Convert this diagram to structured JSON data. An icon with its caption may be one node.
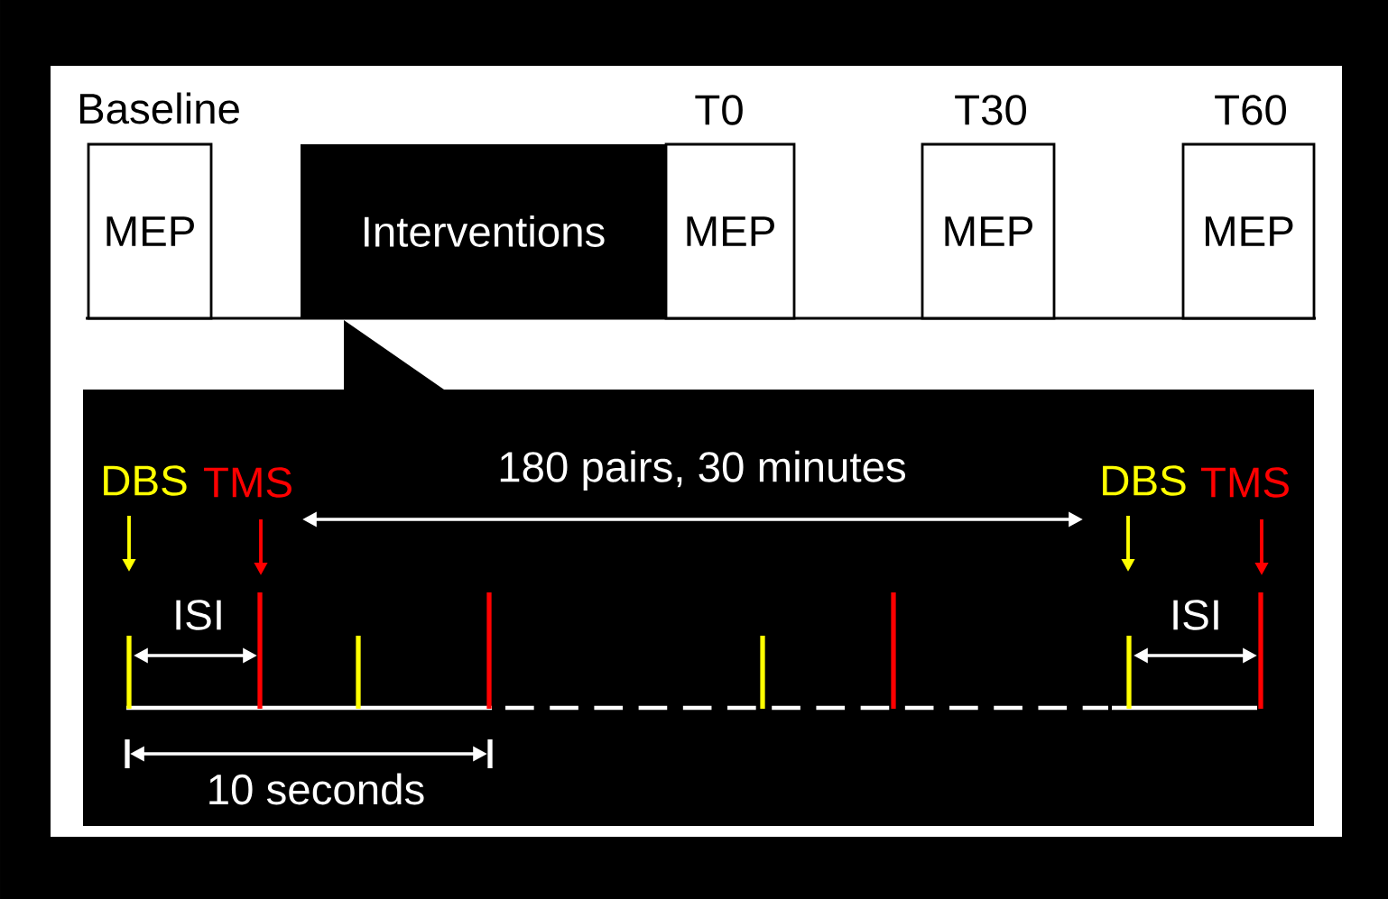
{
  "diagram": {
    "nodes": [
      {
        "text": [
          "Baseline",
          "MEP"
        ]
      },
      {
        "text": [
          "Interventions"
        ]
      },
      {
        "text": [
          "T0",
          "MEP"
        ]
      },
      {
        "text": [
          "T30",
          "MEP"
        ]
      },
      {
        "text": [
          "T60",
          "MEP"
        ]
      },
      {
        "text": [],
        "shape": "box"
      }
    ],
    "labels": [
      "DBS",
      "TMS",
      "180 pairs, 30 minutes",
      "DBS",
      "TMS",
      "ISI",
      "ISI",
      "10 seconds"
    ]
  }
}
